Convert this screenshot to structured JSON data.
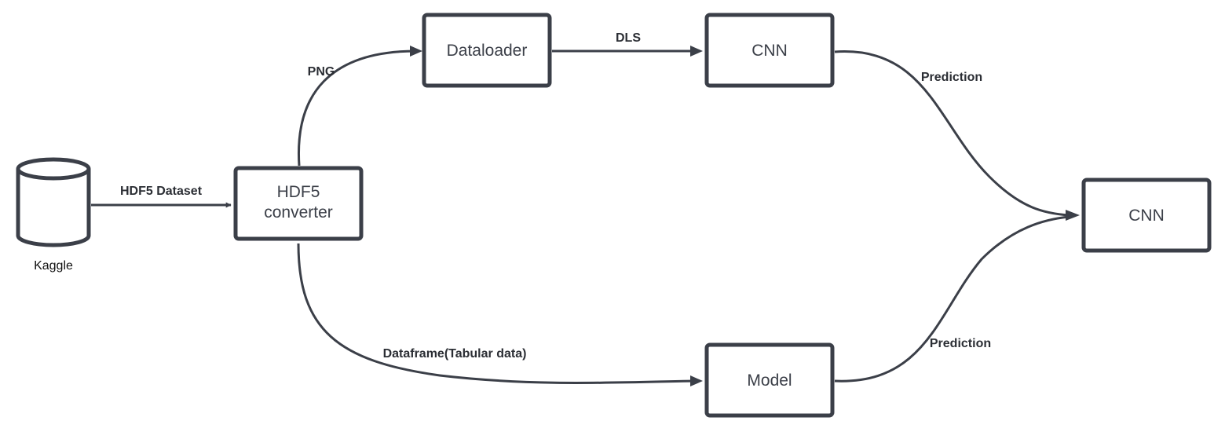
{
  "colors": {
    "stroke": "#3b3f48",
    "text": "#3b3f48",
    "edge_text": "#2b2e34",
    "background": "#ffffff"
  },
  "source": {
    "label": "Kaggle",
    "icon": "database-cylinder-icon"
  },
  "nodes": {
    "converter": {
      "lines": [
        "HDF5",
        "converter"
      ]
    },
    "dataloader": {
      "label": "Dataloader"
    },
    "cnn_top": {
      "label": "CNN"
    },
    "cnn_final": {
      "label": "CNN"
    },
    "model": {
      "label": "Model"
    }
  },
  "edges": {
    "kaggle_to_converter": "HDF5 Dataset",
    "converter_to_dataloader": "PNG",
    "dataloader_to_cnn": "DLS",
    "cnn_to_final": "Prediction",
    "converter_to_model": "Dataframe(Tabular data)",
    "model_to_final": "Prediction"
  }
}
